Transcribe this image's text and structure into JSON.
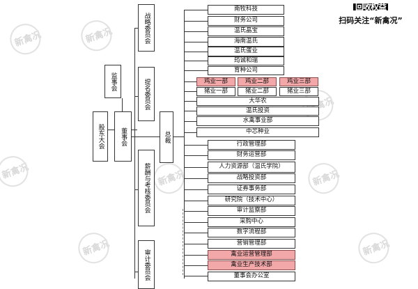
{
  "brand": {
    "qr_text": "回收权益",
    "slogan": "扫码关注“新禽况”"
  },
  "watermark": "新禽况",
  "org": {
    "shareholders": "股东大会",
    "supervisors": "监事会",
    "board": "董事会",
    "committees": [
      "战略委员会",
      "提名委员会",
      "薪酬与考核委员会",
      "审计委员会"
    ],
    "president": "总裁",
    "units": {
      "nanmu": "南牧科技",
      "caiwu_gongsi": "财务公司",
      "jingbao": "温氏晶宝",
      "hainan": "海南温氏",
      "danye": "温氏蛋业",
      "yunhe": "筠诚和瑞",
      "yuzhong": "育种公司",
      "jiye": [
        "鸡业一部",
        "鸡业二部",
        "鸡业三部"
      ],
      "zhuye": [
        "猪业一部",
        "猪业二部",
        "猪业三部"
      ],
      "dahuanong": "大华农",
      "touzi": "温氏投资",
      "shuiqin": "水禽事业部",
      "zhongxin": "中芯种业",
      "xingzheng": "行政管理部",
      "caiwu_yunying": "财务运营部",
      "renli": "人力资源部（温氏学院）",
      "zhanlue": "战略投资部",
      "zhengquan": "证券事务部",
      "yanjiu": "研究院（技术中心）",
      "shenji": "审计监察部",
      "caigou": "采购中心",
      "shuzi": "数字流程部",
      "yingxiao": "营销管理部",
      "qinye_yunying": "禽业运营管理部",
      "qinye_shengchan": "禽业生产技术部",
      "dongshi": "董事会办公室"
    }
  },
  "colors": {
    "highlight": "#f2a7a8",
    "line": "#333333"
  }
}
